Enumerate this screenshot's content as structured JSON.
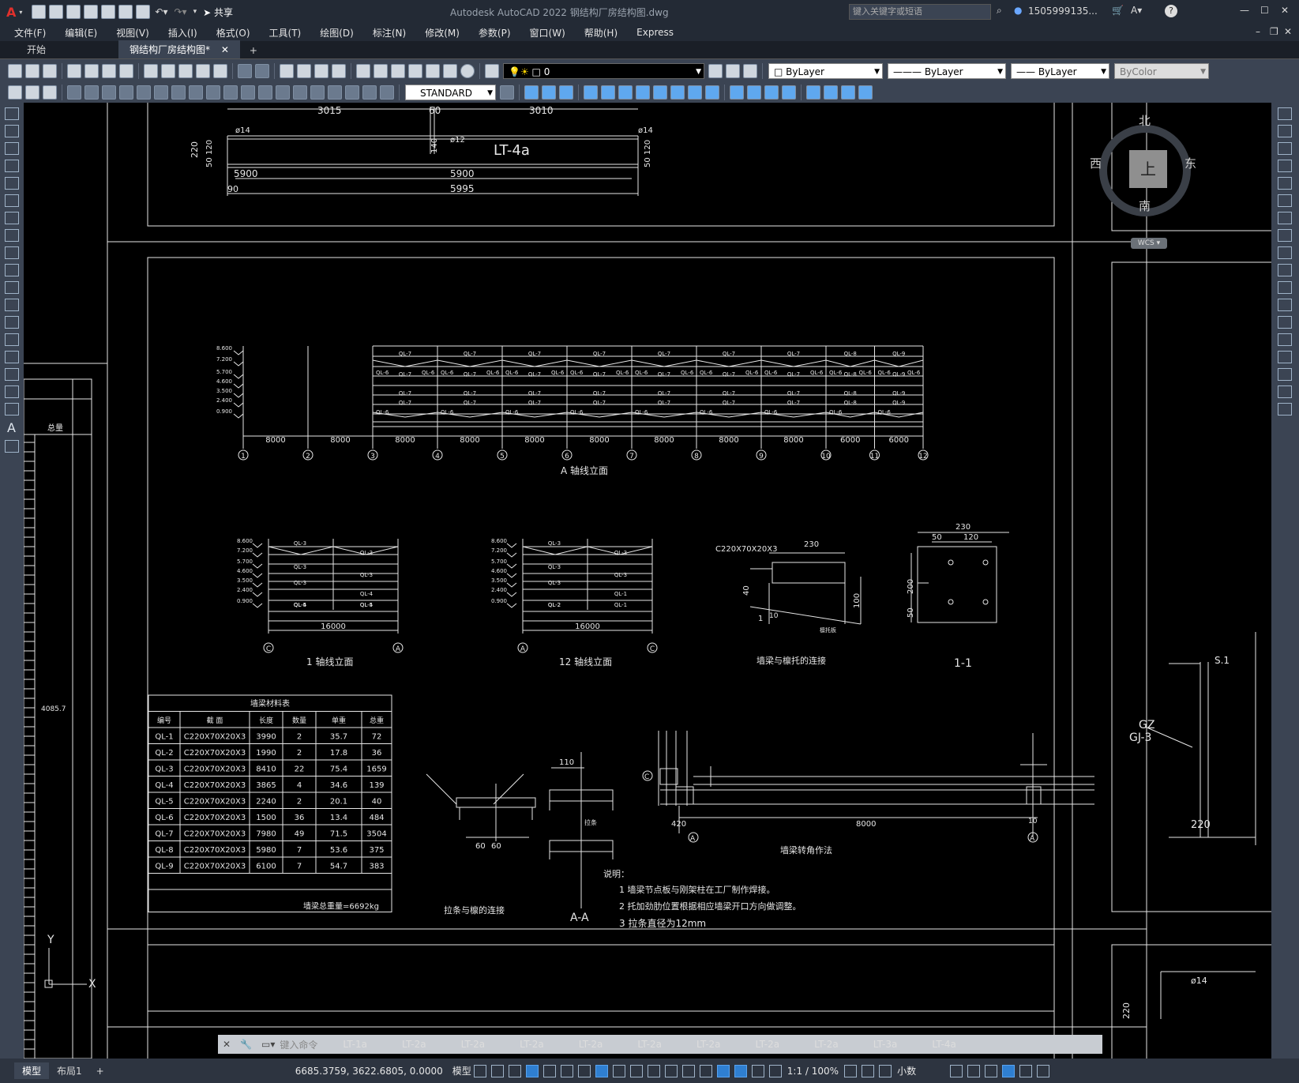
{
  "window": {
    "title": "Autodesk AutoCAD 2022    钢结构厂房结构图.dwg",
    "share_label": "共享",
    "search_placeholder": "键入关键字或短语",
    "user": "1505999135...",
    "min": "—",
    "max": "☐",
    "close": "✕"
  },
  "menu": [
    "文件(F)",
    "编辑(E)",
    "视图(V)",
    "插入(I)",
    "格式(O)",
    "工具(T)",
    "绘图(D)",
    "标注(N)",
    "修改(M)",
    "参数(P)",
    "窗口(W)",
    "帮助(H)",
    "Express"
  ],
  "tabs": {
    "start": "开始",
    "active": "钢结构厂房结构图*",
    "close": "✕",
    "add": "+"
  },
  "toolbar": {
    "layer": "0",
    "color": "ByLayer",
    "linetype": "ByLayer",
    "lineweight": "ByLayer",
    "plotstyle": "ByColor",
    "textstyle": "STANDARD"
  },
  "viewcube": {
    "north": "北",
    "south": "南",
    "east": "东",
    "west": "西",
    "top": "上",
    "wcs": "WCS"
  },
  "drawing": {
    "top_dims": {
      "d1": "3015",
      "d2": "60",
      "d3": "3010",
      "d4": "5900",
      "d5": "5995",
      "d6": "5900",
      "d7": "90",
      "d8": "220",
      "d9": "50",
      "d10": "120",
      "d11": "140",
      "phi1": "ø14",
      "phi2": "ø14",
      "phi3": "ø12",
      "mark": "LT-4a",
      "d12": "50",
      "d13": "120",
      "d14": "50"
    },
    "elev_levels": [
      "8.600",
      "7.200",
      "5.700",
      "4.600",
      "3.500",
      "2.400",
      "0.900"
    ],
    "axis_a": {
      "spans": [
        "8000",
        "8000",
        "8000",
        "8000",
        "8000",
        "8000",
        "8000",
        "8000",
        "8000",
        "6000",
        "6000"
      ],
      "axes": [
        "1",
        "2",
        "3",
        "4",
        "5",
        "6",
        "7",
        "8",
        "9",
        "10",
        "11",
        "12"
      ],
      "title": "A 轴线立面"
    },
    "ql_labels": {
      "q7": "QL-7",
      "q8": "QL-8",
      "q9": "QL-9",
      "q6": "QL-6"
    },
    "axis1": {
      "title": "1 轴线立面",
      "span": "16000",
      "axisL": "C",
      "axisR": "A",
      "labels": [
        "QL-3",
        "QL-3",
        "QL-3",
        "QL-3",
        "QL-3",
        "QL-4",
        "QL-5",
        "QL-4",
        "QL-4",
        "QL-5",
        "QL-4"
      ]
    },
    "axis12": {
      "title": "12 轴线立面",
      "span": "16000",
      "axisL": "A",
      "axisR": "C",
      "labels": [
        "QL-3",
        "QL-3",
        "QL-3",
        "QL-3",
        "QL-3",
        "QL-1",
        "QL-2",
        "QL-1",
        "QL-2"
      ]
    },
    "conn1": {
      "title": "墙梁与檩托的连接",
      "section": "C220X70X20X3",
      "d230": "230",
      "d40": "40",
      "d100": "100",
      "d10": "10",
      "d1": "1",
      "note": "檩托板"
    },
    "sec11": {
      "title": "1-1",
      "d230": "230",
      "d50": "50",
      "d120": "120",
      "d200": "200",
      "d50b": "50"
    },
    "table": {
      "title": "墙梁材料表",
      "headers": [
        "编号",
        "截 面",
        "长度",
        "数量",
        "单重",
        "总重"
      ],
      "rows": [
        [
          "QL-1",
          "C220X70X20X3",
          "3990",
          "2",
          "35.7",
          "72"
        ],
        [
          "QL-2",
          "C220X70X20X3",
          "1990",
          "2",
          "17.8",
          "36"
        ],
        [
          "QL-3",
          "C220X70X20X3",
          "8410",
          "22",
          "75.4",
          "1659"
        ],
        [
          "QL-4",
          "C220X70X20X3",
          "3865",
          "4",
          "34.6",
          "139"
        ],
        [
          "QL-5",
          "C220X70X20X3",
          "2240",
          "2",
          "20.1",
          "40"
        ],
        [
          "QL-6",
          "C220X70X20X3",
          "1500",
          "36",
          "13.4",
          "484"
        ],
        [
          "QL-7",
          "C220X70X20X3",
          "7980",
          "49",
          "71.5",
          "3504"
        ],
        [
          "QL-8",
          "C220X70X20X3",
          "5980",
          "7",
          "53.6",
          "375"
        ],
        [
          "QL-9",
          "C220X70X20X3",
          "6100",
          "7",
          "54.7",
          "383"
        ]
      ],
      "total": "墙梁总重量=6692kg"
    },
    "left_dim": "4085.7",
    "left_head": "总量",
    "rod": {
      "title": "拉条与檩的连接",
      "d60a": "60",
      "d60b": "60"
    },
    "aa": {
      "title": "A-A",
      "d110": "110",
      "note": "拉条"
    },
    "corner": {
      "title": "墙梁转角作法",
      "d420": "420",
      "d8000": "8000",
      "d10": "10",
      "axisL": "A",
      "axisR": "A",
      "axisC": "C"
    },
    "notes": {
      "head": "说明：",
      "n1": "1  墙梁节点板与刚架柱在工厂制作焊接。",
      "n2": "2  托加劲肋位置根据相应墙梁开口方向做调整。",
      "n3": "3  拉条直径为12mm"
    },
    "right": {
      "gz": "GZ",
      "gj": "GJ-3",
      "d220": "220",
      "s1": "S.1",
      "phi": "ø14",
      "d220b": "220"
    },
    "ucs": {
      "y": "Y",
      "x": "X"
    }
  },
  "command": {
    "placeholder": "键入命令",
    "history": [
      "LT-1a",
      "LT-2a",
      "LT-2a",
      "LT-2a",
      "LT-2a",
      "LT-2a",
      "LT-2a",
      "LT-2a",
      "LT-2a",
      "LT-3a",
      "LT-4a"
    ]
  },
  "status": {
    "model_tab": "模型",
    "layout_tab": "布局1",
    "add": "+",
    "coords": "6685.3759, 3622.6805, 0.0000",
    "model": "模型",
    "scale": "1:1 / 100%",
    "units": "小数"
  }
}
